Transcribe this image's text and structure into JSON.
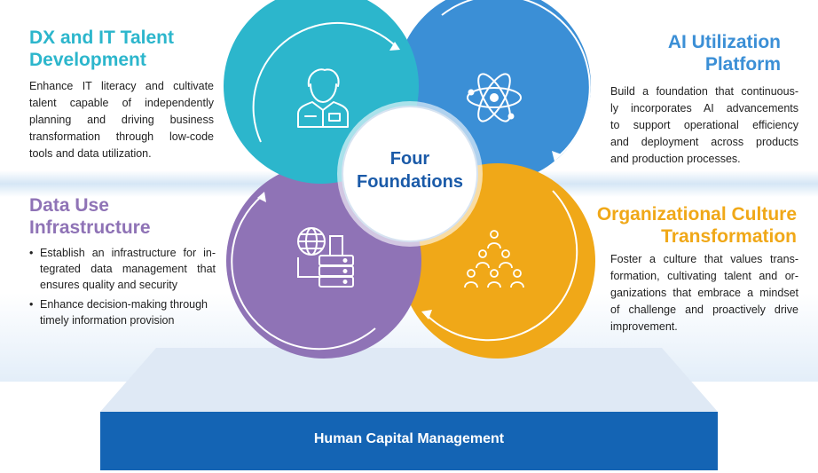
{
  "center": {
    "line1": "Four",
    "line2": "Foundations"
  },
  "base": {
    "label": "Human Capital Management"
  },
  "foundations": {
    "dx": {
      "title_line1": "DX and IT Talent",
      "title_line2": "Development",
      "body_lines": [
        "Enhance IT literacy and cultivate",
        "talent capable of independently",
        "planning and driving business",
        "transformation through low-code",
        "tools and data utilization."
      ],
      "color": "#2cb6cc",
      "icon": "person-icon"
    },
    "ai": {
      "title_line1": "AI Utilization",
      "title_line2": "Platform",
      "body_lines": [
        "Build a foundation that continuous-",
        "ly incorporates AI advancements",
        "to support operational efficiency",
        "and deployment across products",
        "and production processes."
      ],
      "color": "#3b8fd6",
      "icon": "atom-icon"
    },
    "data": {
      "title_line1": "Data Use",
      "title_line2": "Infrastructure",
      "bullets": [
        {
          "line1": "Establish an infrastructure for in-",
          "line2": "tegrated data management that",
          "line3": "ensures quality and security"
        },
        {
          "line1": "Enhance decision-making through",
          "line2": "timely information provision"
        }
      ],
      "color": "#8f73b6",
      "icon": "server-globe-icon"
    },
    "culture": {
      "title_line1": "Organizational Culture",
      "title_line2": "Transformation",
      "body_lines": [
        "Foster a culture that values trans-",
        "formation, cultivating talent and or-",
        "ganizations that embrace a mindset",
        "of challenge and proactively drive",
        "improvement."
      ],
      "color": "#f0a818",
      "icon": "people-group-icon"
    }
  }
}
